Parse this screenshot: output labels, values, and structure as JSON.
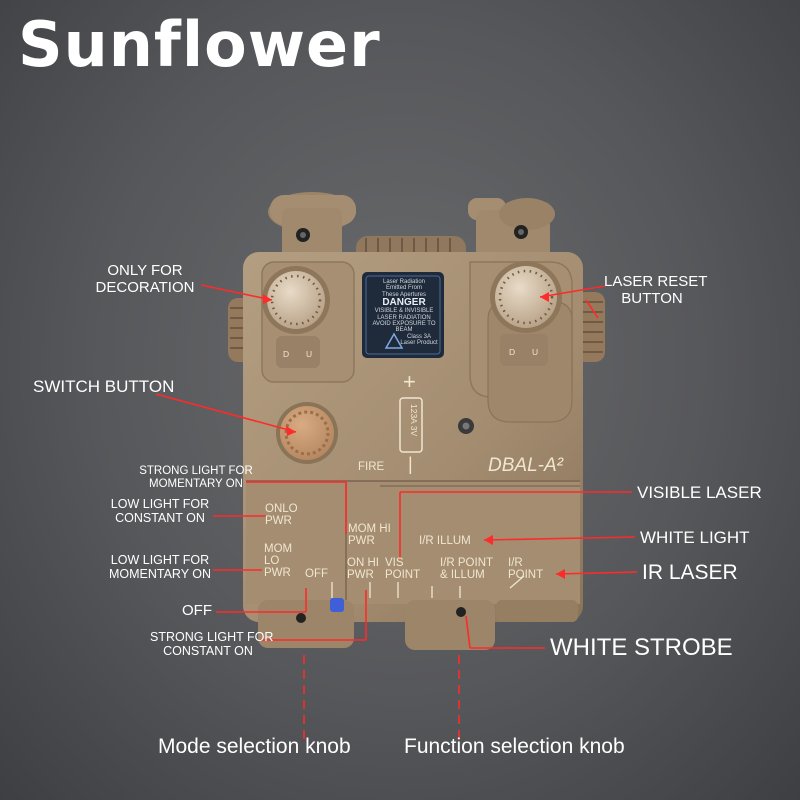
{
  "brand": "Sunflower",
  "labels": {
    "only_for_decoration": [
      "ONLY FOR",
      "DECORATION"
    ],
    "laser_reset_button": [
      "LASER RESET",
      "BUTTON"
    ],
    "switch_button": "SWITCH BUTTON",
    "strong_light_momentary": [
      "STRONG LIGHT FOR",
      "MOMENTARY ON"
    ],
    "low_light_constant": [
      "LOW LIGHT FOR",
      "CONSTANT ON"
    ],
    "low_light_momentary": [
      "LOW LIGHT FOR",
      "MOMENTARY ON"
    ],
    "off": "OFF",
    "strong_light_constant": [
      "STRONG LIGHT FOR",
      "CONSTANT ON"
    ],
    "visible_laser": "VISIBLE LASER",
    "white_light": "WHITE LIGHT",
    "ir_laser": "IR LASER",
    "white_strobe": "WHITE STROBE",
    "mode_selection_knob": "Mode selection knob",
    "function_selection_knob": "Function selection knob"
  },
  "device": {
    "fire": "FIRE",
    "model": "DBAL-A²",
    "battery": "123A 3V",
    "plus": "+",
    "minus": "|",
    "knob_d": "D",
    "knob_u": "U",
    "mode_positions": {
      "onlo_pwr": [
        "ONLO",
        "PWR"
      ],
      "mom_hi_pwr": [
        "MOM HI",
        "PWR"
      ],
      "mom_lo_pwr": [
        "MOM",
        "LO",
        "PWR"
      ],
      "off": "OFF",
      "on_hi_pwr": [
        "ON HI",
        "PWR"
      ]
    },
    "function_positions": {
      "vis_point": [
        "VIS",
        "POINT"
      ],
      "ir_illum": "I/R ILLUM",
      "ir_point_illum": [
        "I/R POINT",
        "& ILLUM"
      ],
      "ir_point": [
        "I/R",
        "POINT"
      ]
    },
    "warning_label": {
      "line1": "Laser Radiation",
      "line2": "Emitted From",
      "line3": "These Apertures",
      "danger": "DANGER",
      "body1": "VISIBLE & INVISIBLE",
      "body2": "LASER RADIATION",
      "body3": "AVOID EXPOSURE TO",
      "body4": "BEAM",
      "class1": "Class 3A",
      "class2": "Laser Product"
    }
  },
  "colors": {
    "background": "#58595c",
    "device_body": "#a89277",
    "device_shadow": "#7e6a53",
    "annotation_red": "#ff2a2a",
    "label_white": "#ffffff",
    "knob_blue": "#3f5fd8"
  }
}
